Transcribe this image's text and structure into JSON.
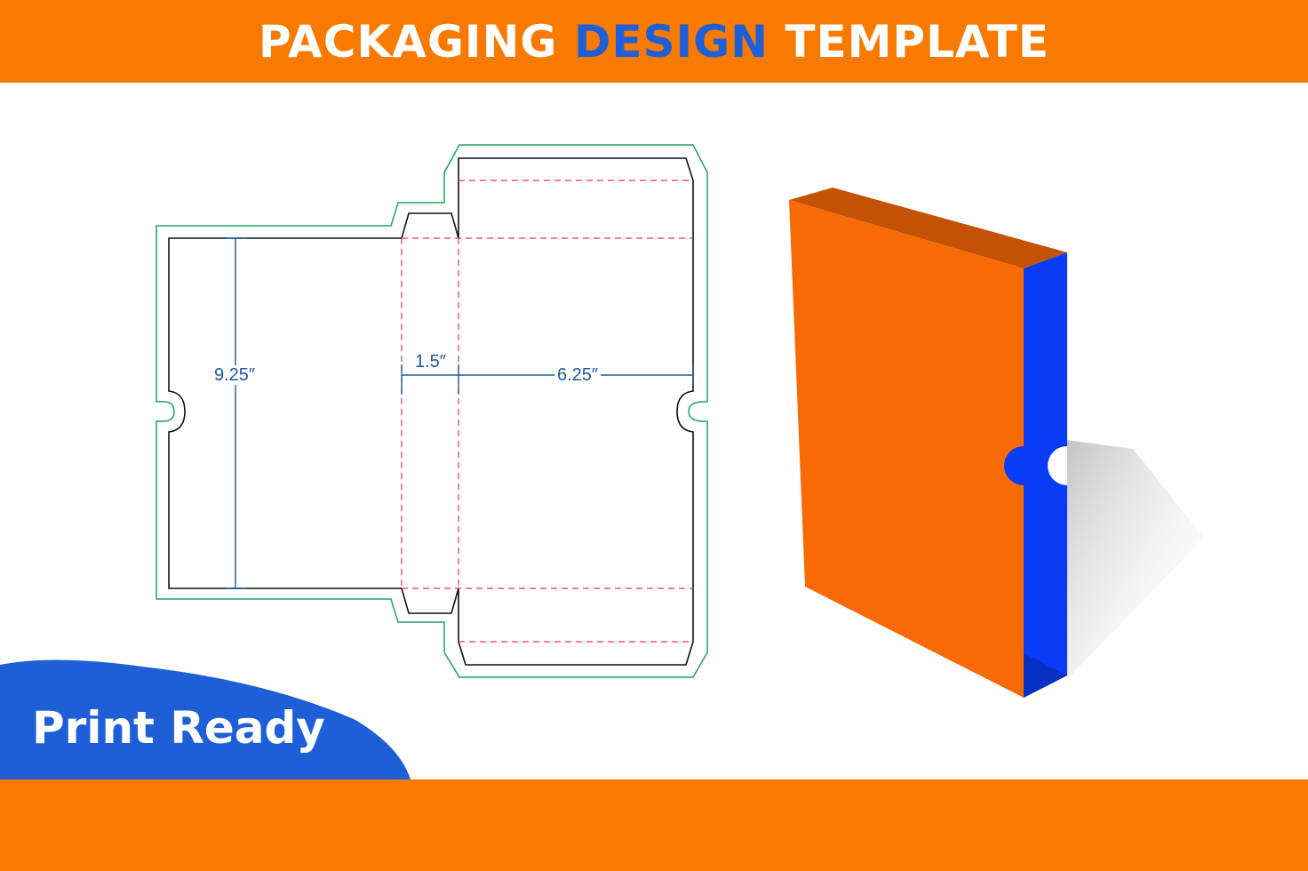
{
  "header": {
    "title_part1": "PACKAGING",
    "title_part2": "DESIGN",
    "title_part3": "TEMPLATE"
  },
  "badge": {
    "label": "Print Ready"
  },
  "dieline": {
    "dim_height": "9.25″",
    "dim_tuck": "1.5″",
    "dim_width": "6.25″"
  },
  "colors": {
    "banner_orange": "#f97a00",
    "accent_blue": "#1e5fd8",
    "bleed_green": "#22a35a",
    "fold_red": "#e23b3b",
    "dimension_blue": "#1b5aa0",
    "box_orange": "#f76a05",
    "box_blue": "#0a3cf5"
  }
}
